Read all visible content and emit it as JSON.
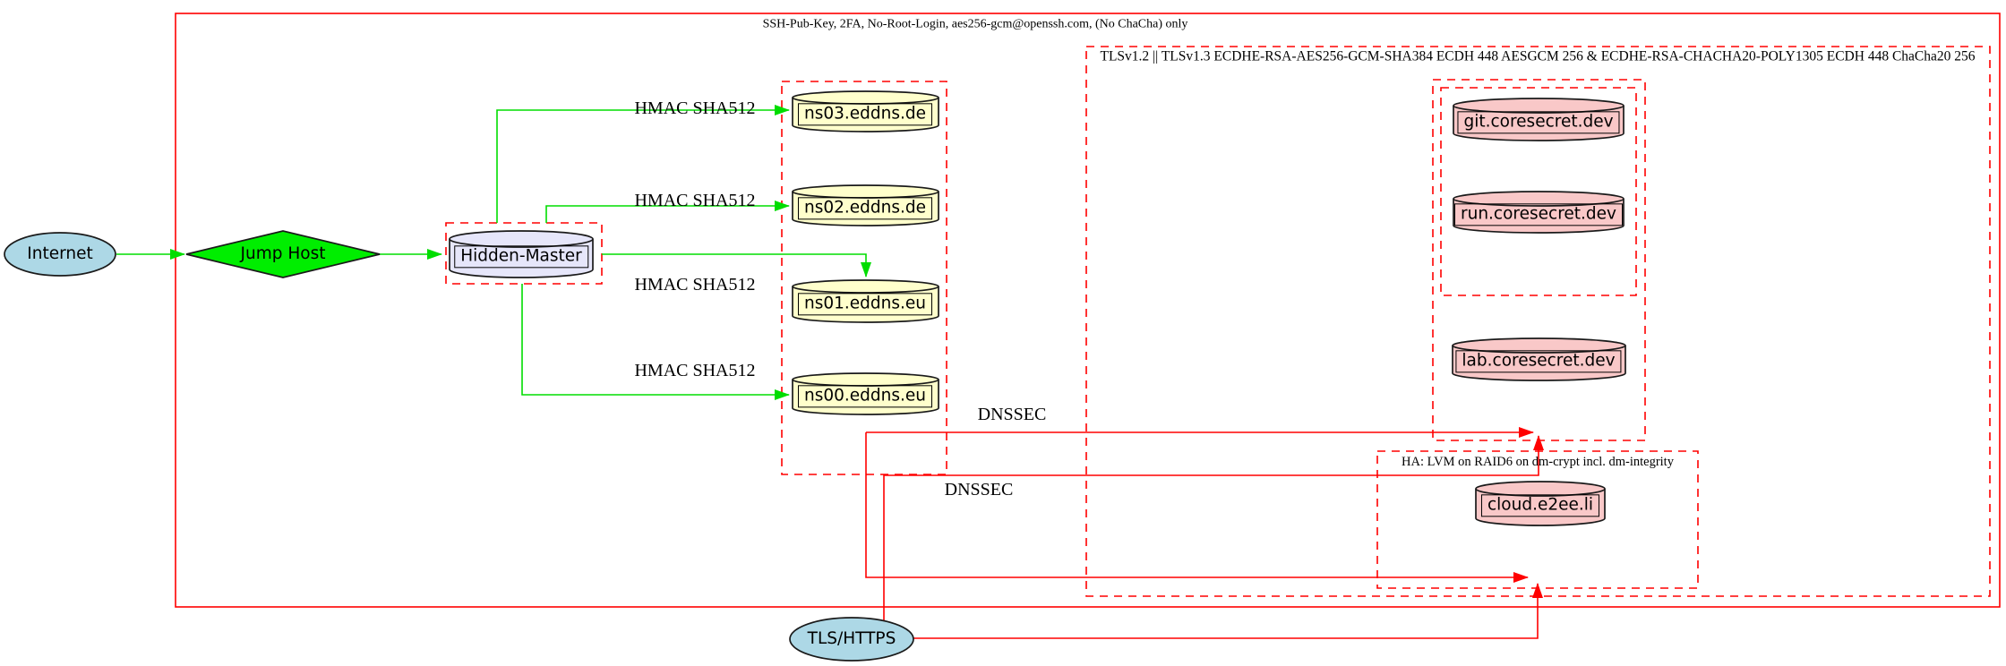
{
  "clusters": {
    "ssh_label": "SSH-Pub-Key, 2FA, No-Root-Login, aes256-gcm@openssh.com, (No ChaCha) only",
    "tls_label": "TLSv1.2 || TLSv1.3 ECDHE-RSA-AES256-GCM-SHA384 ECDH 448 AESGCM 256 & ECDHE-RSA-CHACHA20-POLY1305 ECDH 448 ChaCha20 256",
    "ha_label": "HA: LVM on RAID6 on dm-crypt incl. dm-integrity"
  },
  "nodes": {
    "internet": "Internet",
    "jump_host": "Jump Host",
    "hidden_master": "Hidden-Master",
    "ns03": "ns03.eddns.de",
    "ns02": "ns02.eddns.de",
    "ns01": "ns01.eddns.eu",
    "ns00": "ns00.eddns.eu",
    "git": "git.coresecret.dev",
    "run": "run.coresecret.dev",
    "lab": "lab.coresecret.dev",
    "cloud": "cloud.e2ee.li",
    "tls_https": "TLS/HTTPS"
  },
  "edge_labels": {
    "hmac_ns03": "HMAC SHA512",
    "hmac_ns02": "HMAC SHA512",
    "hmac_ns01": "HMAC SHA512",
    "hmac_ns00": "HMAC SHA512",
    "dnssec_secrets": "DNSSEC",
    "dnssec_ha": "DNSSEC"
  },
  "colors": {
    "red": "#ff0000",
    "green": "#00dd00",
    "diamond_green": "#00ee00",
    "lightblue": "#add8e6",
    "lightyellow": "#ffffcc",
    "lavender": "#e6e6fa",
    "pink": "#f9c8c8"
  }
}
